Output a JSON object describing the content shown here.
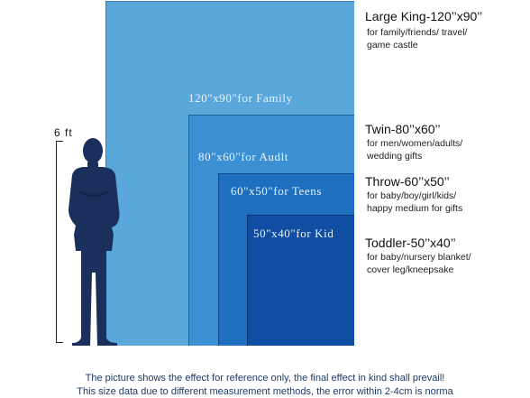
{
  "blankets": [
    {
      "id": "king",
      "inner_label": "120\"x90\"for Family",
      "title": "Large King-120’’x90’’",
      "desc_lines": [
        "for family/friends/ travel/",
        "game castle"
      ]
    },
    {
      "id": "twin",
      "inner_label": "80\"x60\"for Audlt",
      "title": "Twin-80’’x60’’",
      "desc_lines": [
        "for men/women/adults/",
        "wedding gifts"
      ]
    },
    {
      "id": "throw",
      "inner_label": "60\"x50\"for Teens",
      "title": "Throw-60’’x50’’",
      "desc_lines": [
        "for baby/boy/girl/kids/",
        "happy medium for gifts"
      ]
    },
    {
      "id": "toddler",
      "inner_label": "50\"x40\"for Kid",
      "title": "Toddler-50’’x40’’",
      "desc_lines": [
        "for baby/nursery blanket/",
        "cover leg/kneepsake"
      ]
    }
  ],
  "height_label": "6 ft",
  "footnote_lines": [
    "The picture shows the effect for reference only, the final effect in kind shall prevail!",
    "This size data due to different measurement methods, the error within 2-4cm is norma"
  ],
  "colors": {
    "king": "#5aa7dc",
    "twin": "#3b8fd3",
    "throw": "#1e6fc0",
    "toddler": "#0f4ea3",
    "person": "#1a2f5c"
  }
}
